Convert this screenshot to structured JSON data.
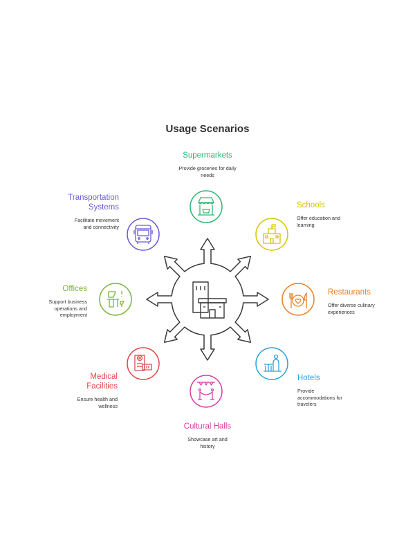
{
  "title": "Usage Scenarios",
  "scenarios": {
    "supermarkets": {
      "title": "Supermarkets",
      "description": "Provide groceries for daily needs",
      "color": "#2eb872",
      "icon": "market-stall-icon"
    },
    "schools": {
      "title": "Schools",
      "description": "Offer education and learning",
      "color": "#d9c400",
      "icon": "school-building-icon"
    },
    "restaurants": {
      "title": "Restaurants",
      "description": "Offer diverse culinary experiences",
      "color": "#e8822a",
      "icon": "plate-cutlery-icon"
    },
    "hotels": {
      "title": "Hotels",
      "description": "Provide accommodations for travelers",
      "color": "#2ba3d6",
      "icon": "hotel-reception-icon"
    },
    "cultural_halls": {
      "title": "Cultural Halls",
      "description": "Showcase art and history",
      "color": "#d93fa6",
      "icon": "exhibit-rope-icon"
    },
    "medical": {
      "title": "Medical Facilities",
      "description": "Ensure health and wellness",
      "color": "#e04a4a",
      "icon": "medical-clipboard-icon"
    },
    "offices": {
      "title": "Offices",
      "description": "Support business operations and employment",
      "color": "#7ab53a",
      "icon": "office-desk-icon"
    },
    "transportation": {
      "title": "Transportation Systems",
      "description": "Facilitate movement and connectivity",
      "color": "#6a5ad8",
      "icon": "bus-icon"
    }
  },
  "hub": {
    "icon": "building-icon",
    "color": "#3a3a3a"
  }
}
